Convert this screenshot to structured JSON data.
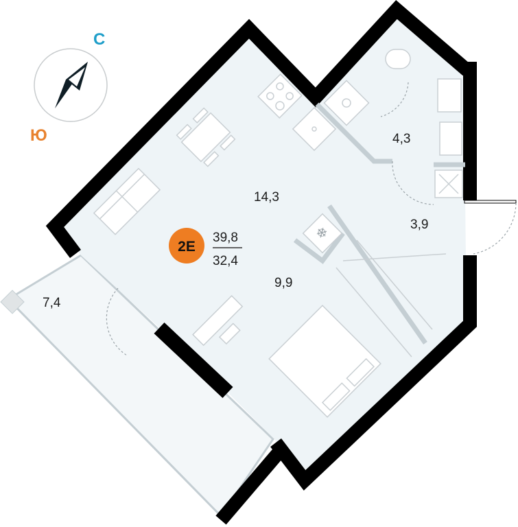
{
  "compass": {
    "north_label": "С",
    "south_label": "Ю",
    "north_color": "#1e9ec9",
    "south_color": "#e8822e"
  },
  "apartment": {
    "type_badge": "2E",
    "badge_color": "#ee7d22",
    "total_area": "39,8",
    "living_area": "32,4"
  },
  "rooms": [
    {
      "name": "kitchen-living",
      "area": "14,3"
    },
    {
      "name": "bathroom",
      "area": "4,3"
    },
    {
      "name": "hallway",
      "area": "3,9"
    },
    {
      "name": "bedroom-zone",
      "area": "9,9"
    },
    {
      "name": "balcony",
      "area": "7,4"
    }
  ],
  "colors": {
    "wall": "#000000",
    "floor": "#eef4f7",
    "balcony": "#f3f7f9"
  }
}
